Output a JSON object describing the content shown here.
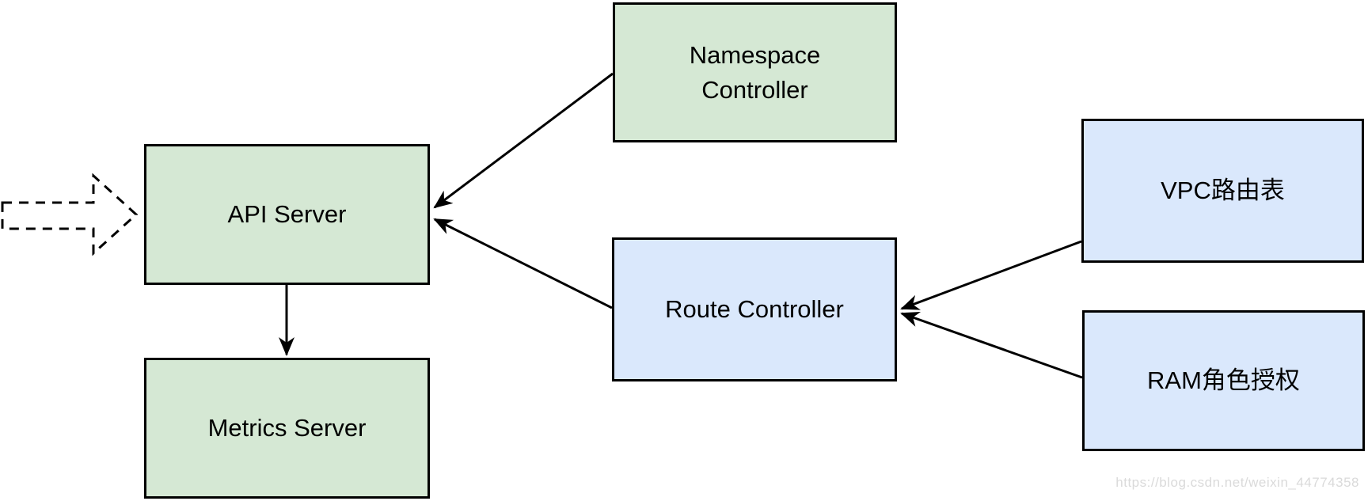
{
  "diagram": {
    "nodes": {
      "namespace_controller": {
        "label": "Namespace Controller",
        "line1": "Namespace",
        "line2": "Controller",
        "fill": "#d5e8d4"
      },
      "api_server": {
        "label": "API Server",
        "fill": "#d5e8d4"
      },
      "metrics_server": {
        "label": "Metrics Server",
        "fill": "#d5e8d4"
      },
      "route_controller": {
        "label": "Route Controller",
        "fill": "#dae8fc"
      },
      "vpc_route_table": {
        "label": "VPC路由表",
        "fill": "#dae8fc"
      },
      "ram_role_auth": {
        "label": "RAM角色授权",
        "fill": "#dae8fc"
      }
    },
    "edges": [
      {
        "from": "Namespace Controller",
        "to": "API Server",
        "style": "solid-arrow"
      },
      {
        "from": "Route Controller",
        "to": "API Server",
        "style": "solid-arrow"
      },
      {
        "from": "API Server",
        "to": "Metrics Server",
        "style": "solid-arrow"
      },
      {
        "from": "VPC路由表",
        "to": "Route Controller",
        "style": "solid-arrow"
      },
      {
        "from": "RAM角色授权",
        "to": "Route Controller",
        "style": "solid-arrow"
      }
    ],
    "annotations": {
      "input_arrow": "dashed hollow block arrow pointing right into API Server"
    },
    "colors": {
      "node_green": "#d5e8d4",
      "node_blue": "#dae8fc",
      "border": "#000000",
      "edge": "#000000",
      "watermark": "#dadada"
    }
  },
  "watermark": {
    "text": "https://blog.csdn.net/weixin_44774358"
  }
}
